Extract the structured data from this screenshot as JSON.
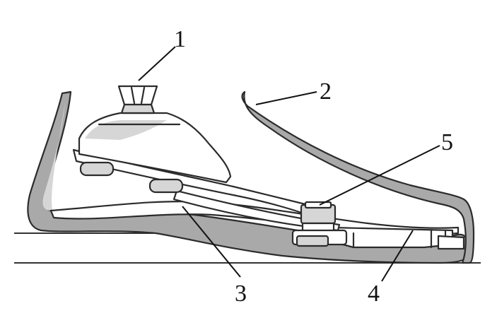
{
  "colors": {
    "shell_fill": "#a9a9a9",
    "part_fill": "#ffffff",
    "outline": "#2b2b2b",
    "shade": "#d6d6d6",
    "ground": "#333333"
  },
  "callouts": [
    {
      "id": "1",
      "label": "1"
    },
    {
      "id": "2",
      "label": "2"
    },
    {
      "id": "3",
      "label": "3"
    },
    {
      "id": "4",
      "label": "4"
    },
    {
      "id": "5",
      "label": "5"
    }
  ]
}
